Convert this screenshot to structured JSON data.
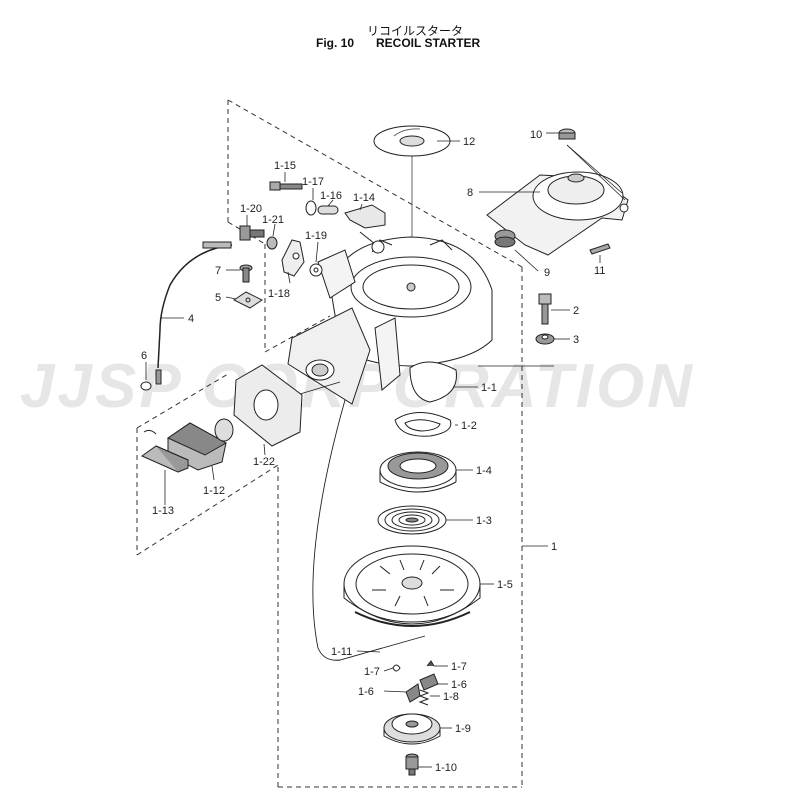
{
  "header": {
    "title_jp": "リコイルスタータ",
    "figure": "Fig. 10",
    "title": "RECOIL STARTER"
  },
  "watermark": "JJSP CORPORATION",
  "parts": [
    {
      "id": "p12",
      "label": "12"
    },
    {
      "id": "p10",
      "label": "10"
    },
    {
      "id": "p8",
      "label": "8"
    },
    {
      "id": "p9",
      "label": "9"
    },
    {
      "id": "p11",
      "label": "11"
    },
    {
      "id": "p2",
      "label": "2"
    },
    {
      "id": "p3",
      "label": "3"
    },
    {
      "id": "p1-15",
      "label": "1-15"
    },
    {
      "id": "p1-17",
      "label": "1-17"
    },
    {
      "id": "p1-16",
      "label": "1-16"
    },
    {
      "id": "p1-14",
      "label": "1-14"
    },
    {
      "id": "p1-20",
      "label": "1-20"
    },
    {
      "id": "p1-21",
      "label": "1-21"
    },
    {
      "id": "p1-19",
      "label": "1-19"
    },
    {
      "id": "p1-18",
      "label": "1-18"
    },
    {
      "id": "p7",
      "label": "7"
    },
    {
      "id": "p5",
      "label": "5"
    },
    {
      "id": "p4",
      "label": "4"
    },
    {
      "id": "p6",
      "label": "6"
    },
    {
      "id": "p1-1",
      "label": "1-1"
    },
    {
      "id": "p1-2",
      "label": "1-2"
    },
    {
      "id": "p1-4",
      "label": "1-4"
    },
    {
      "id": "p1-3",
      "label": "1-3"
    },
    {
      "id": "p1",
      "label": "1"
    },
    {
      "id": "p1-5",
      "label": "1-5"
    },
    {
      "id": "p1-22",
      "label": "1-22"
    },
    {
      "id": "p1-12",
      "label": "1-12"
    },
    {
      "id": "p1-13",
      "label": "1-13"
    },
    {
      "id": "p1-11",
      "label": "1-11"
    },
    {
      "id": "p1-7a",
      "label": "1-7"
    },
    {
      "id": "p1-7b",
      "label": "1-7"
    },
    {
      "id": "p1-6a",
      "label": "1-6"
    },
    {
      "id": "p1-6b",
      "label": "1-6"
    },
    {
      "id": "p1-8",
      "label": "1-8"
    },
    {
      "id": "p1-9",
      "label": "1-9"
    },
    {
      "id": "p1-10",
      "label": "1-10"
    }
  ]
}
